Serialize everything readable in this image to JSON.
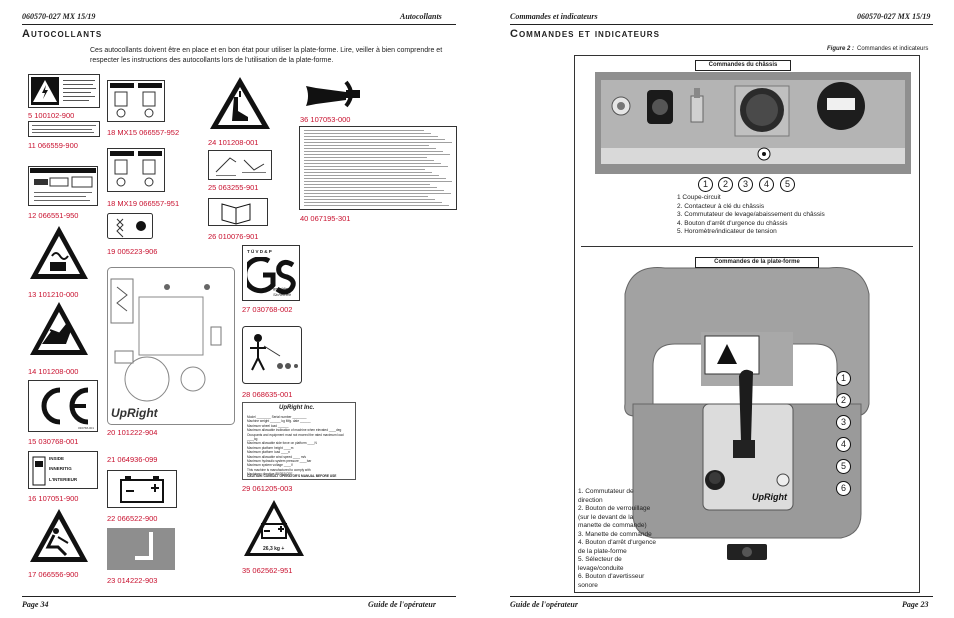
{
  "left": {
    "header_left": "060570-027 MX 15/19",
    "header_right": "Autocollants",
    "title": "Autocollants",
    "intro": "Ces autocollants doivent être en place et en bon état pour utiliser la plate-forme. Lire, veiller à bien comprendre et respecter les instructions des autocollants lors de l'utilisation de la plate-forme.",
    "footer_left": "Page 34",
    "footer_right": "Guide de l'opérateur",
    "decals": {
      "d5": "5    100102-900",
      "d11": "11    066559-900",
      "d12": "12    066551-950",
      "d13": "13    101210-000",
      "d14": "14    101208-000",
      "d15": "15    030768-001",
      "d16": "16    107051-900",
      "d17": "17    066556-900",
      "d18a": "18    MX15  066557-952",
      "d18b": "18    MX19  066557-951",
      "d19": "19    005223-906",
      "d20": "20  101222-904",
      "d21": "21    064936-099",
      "d22": "22    066522-900",
      "d23": "23    014222-903",
      "d24": "24    101208-001",
      "d25": "25    063255-901",
      "d26": "26    010076-901",
      "d27": "27    030768-002",
      "d28": "28    068635-001",
      "d29": "29    061205-003",
      "d35": "35    062562-951",
      "d36": "36    107053-000",
      "d40": "40    067195-301"
    },
    "decal_text": {
      "inside": "INSIDE",
      "inneritig": "INNERITIG",
      "interieur": "L'INTERIEUR",
      "tuv": "T Ü V  D & P",
      "gs_geprufte": "geprüfte",
      "gs_sicherheit": "Sicherheit",
      "upright_brand": "UpRight",
      "upright_inc": "UpRight Inc.",
      "battery_kg": "26,3 kg +",
      "plate_caution": "CAUTION: CONSULT OPERATOR'S MANUAL BEFORE USE",
      "ce_code": "030768-001"
    },
    "plate_lines": [
      "Model ________  Serial number ________",
      "Machine weight ______ kg   Mfg. date ______",
      "Maximum wheel load ______",
      "Maximum allowable inclination of machine when elevated ____deg",
      "Occupants and equipment must not exceed the rated maximum load ____kg",
      "Maximum allowable side force on platform ____N",
      "Maximum platform height ____m",
      "Maximum platform load ____n",
      "Maximum allowable wind speed ____ m/s",
      "Maximum hydraulic system pressure ____bar",
      "Maximum system voltage ____V",
      "This machine is manufactured to comply with",
      "Machinery directive 89/392/CEE"
    ]
  },
  "right": {
    "header_left": "Commandes et indicateurs",
    "header_right": "060570-027 MX 15/19",
    "title": "Commandes et indicateurs",
    "figure_label": "Figure 2 :",
    "figure_caption": "Commandes et indicateurs",
    "chassis_tag": "Commandes du châssis",
    "platform_tag": "Commandes de la plate-forme",
    "chassis_numbers": [
      "1",
      "2",
      "3",
      "4",
      "5"
    ],
    "platform_numbers": [
      "1",
      "2",
      "3",
      "4",
      "5",
      "6"
    ],
    "chassis_list": [
      "1  Coupe-circuit",
      "2.  Contacteur à clé du châssis",
      "3.  Commutateur de levage/abaissement du châssis",
      "4.  Bouton d'arrêt d'urgence du châssis",
      "5.  Horomètre/indicateur de tension"
    ],
    "platform_list": [
      "1.  Commutateur de",
      "     direction",
      "2.  Bouton de verrouillage",
      "     (sur le devant de la",
      "     manette de commande)",
      "3.  Manette de commande",
      "4.  Bouton d'arrêt d'urgence",
      "     de la plate-forme",
      "5.  Sélecteur de",
      "     levage/conduite",
      "6.  Bouton d'avertisseur",
      "     sonore"
    ],
    "upright_logo": "UpRight",
    "footer_left": "Guide de l'opérateur",
    "footer_right": "Page 23"
  },
  "colors": {
    "label_red": "#c8102e",
    "photo_gray": "#9a9a9a"
  }
}
